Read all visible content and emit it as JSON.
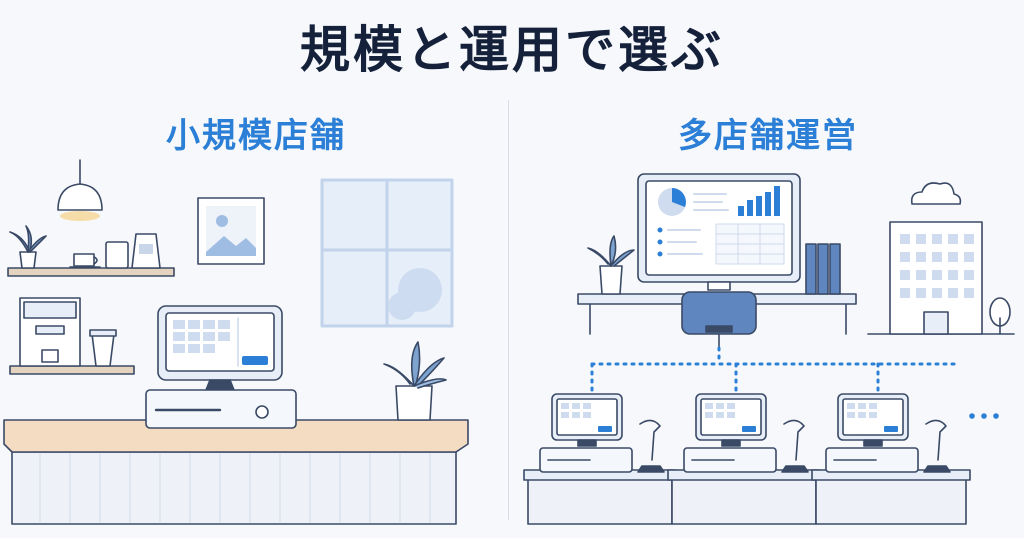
{
  "title": "規模と運用で選ぶ",
  "left": {
    "heading": "小規模店舗"
  },
  "right": {
    "heading": "多店舗運営"
  },
  "colors": {
    "accent": "#2b7fd6",
    "title": "#15213a",
    "line": "#3a4a66",
    "fill_light": "#e8eef7",
    "counter_top": "#f3dcc2"
  },
  "icons": [
    "pendant-lamp-icon",
    "plant-icon",
    "mug-icon",
    "coffee-bag-icon",
    "picture-frame-icon",
    "window-icon",
    "espresso-machine-icon",
    "coffee-cup-icon",
    "pos-terminal-icon",
    "cash-drawer-icon",
    "monitor-dashboard-icon",
    "binder-icon",
    "office-chair-icon",
    "cloud-icon",
    "office-building-icon",
    "tree-icon",
    "barcode-scanner-icon",
    "ellipsis-icon"
  ]
}
